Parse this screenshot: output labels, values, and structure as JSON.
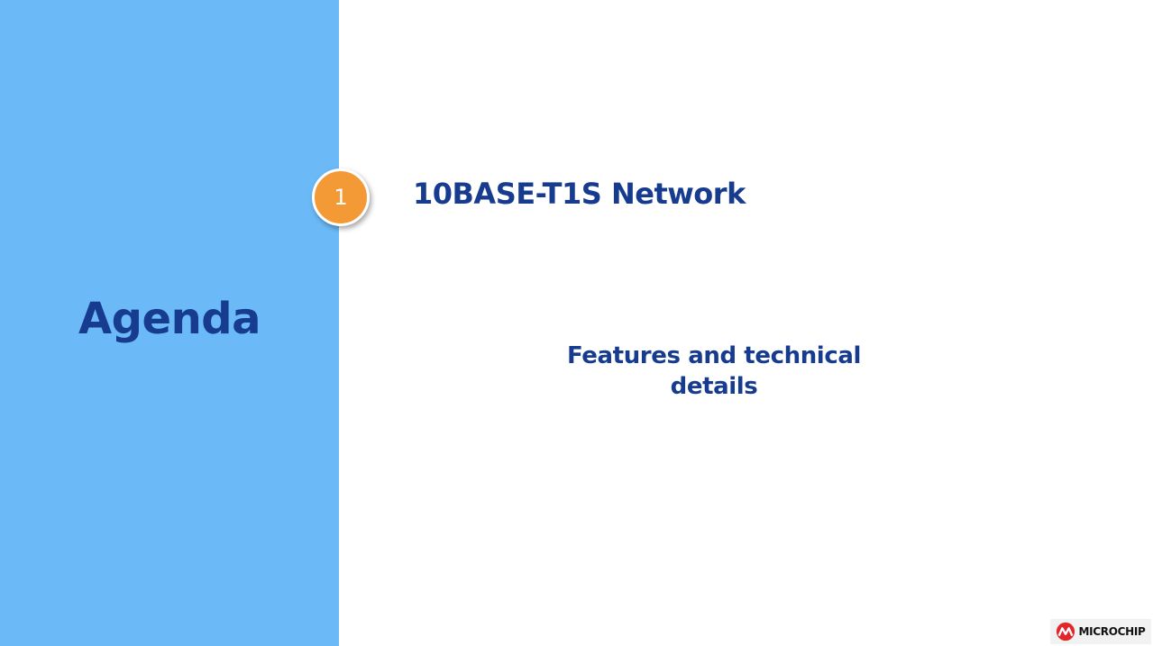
{
  "slide": {
    "agenda_title": "Agenda",
    "item": {
      "number": "1",
      "title": "10BASE-T1S Network",
      "subtitle": "Features and technical details"
    },
    "logo": {
      "icon": "microchip-logo-icon",
      "text": "MICROCHIP"
    }
  },
  "colors": {
    "panel": "#6bb9f7",
    "text": "#173c8f",
    "badge": "#f39a37",
    "logo_red": "#e3262c"
  }
}
